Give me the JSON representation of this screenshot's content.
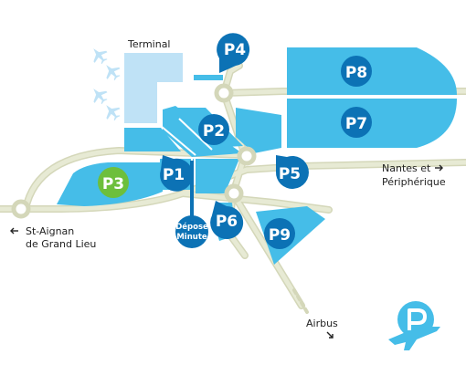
{
  "colors": {
    "background": "#ffffff",
    "zone": "#45bde8",
    "terminal": "#bfe2f6",
    "road": "#e7ead4",
    "road_edge": "#d4d7b9",
    "pin": "#0c72b5",
    "pin_green": "#6dbf3c",
    "text": "#222222"
  },
  "labels": {
    "terminal": "Terminal",
    "nantes_line1": "Nantes et",
    "nantes_line2": "Périphérique",
    "st_aignan_line1": "St-Aignan",
    "st_aignan_line2": "de Grand Lieu",
    "airbus": "Airbus"
  },
  "parkings": {
    "p1": "P1",
    "p2": "P2",
    "p3": "P3",
    "p4": "P4",
    "p5": "P5",
    "p6": "P6",
    "p7": "P7",
    "p8": "P8",
    "p9": "P9"
  },
  "depose": {
    "line1": "Dépose",
    "line2": "Minute"
  },
  "icons": [
    "airplane-icon",
    "arrow-right-icon",
    "arrow-left-icon",
    "arrow-down-right-icon",
    "parking-airplane-logo-icon"
  ]
}
